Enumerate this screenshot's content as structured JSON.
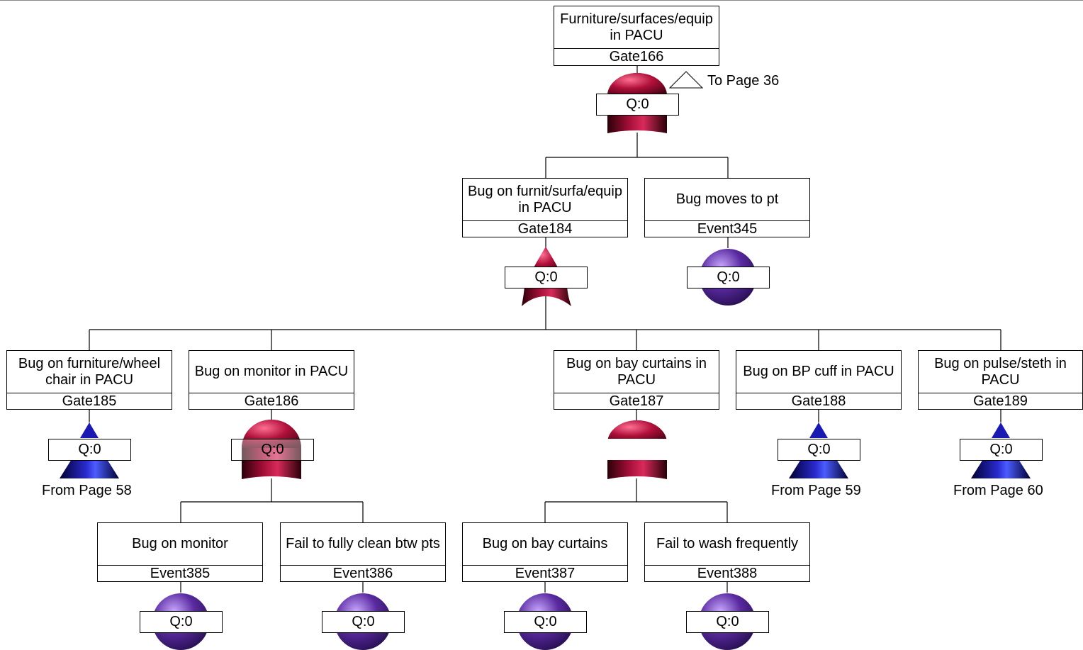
{
  "top_node": {
    "description": "Furniture/surfaces/equip in PACU",
    "id": "Gate166",
    "q": "Q:0",
    "transfer_label": "To Page 36",
    "gate_type": "or-gate-icon"
  },
  "level2": [
    {
      "description": "Bug on furnit/surfa/equip in PACU",
      "id": "Gate184",
      "q": "Q:0",
      "symbol": "and-gate-icon"
    },
    {
      "description": "Bug moves to pt",
      "id": "Event345",
      "q": "Q:0",
      "symbol": "basic-event-icon"
    }
  ],
  "level3": [
    {
      "description": "Bug on furniture/wheel chair in PACU",
      "id": "Gate185",
      "q": "Q:0",
      "symbol": "transfer-in-icon",
      "from_label": "From Page 58"
    },
    {
      "description": "Bug on monitor in PACU",
      "id": "Gate186",
      "q": "Q:0",
      "symbol": "or-gate-icon"
    },
    {
      "description": "Bug on bay curtains in PACU",
      "id": "Gate187",
      "q": "",
      "symbol": "or-gate-icon"
    },
    {
      "description": "Bug on BP cuff in PACU",
      "id": "Gate188",
      "q": "Q:0",
      "symbol": "transfer-in-icon",
      "from_label": "From Page 59"
    },
    {
      "description": "Bug on pulse/steth in PACU",
      "id": "Gate189",
      "q": "Q:0",
      "symbol": "transfer-in-icon",
      "from_label": "From Page 60"
    }
  ],
  "level4": [
    {
      "description": "Bug on monitor",
      "id": "Event385",
      "q": "Q:0",
      "symbol": "basic-event-icon"
    },
    {
      "description": "Fail to fully clean btw pts",
      "id": "Event386",
      "q": "Q:0",
      "symbol": "basic-event-icon"
    },
    {
      "description": "Bug on bay curtains",
      "id": "Event387",
      "q": "Q:0",
      "symbol": "basic-event-icon"
    },
    {
      "description": "Fail to wash frequently",
      "id": "Event388",
      "q": "Q:0",
      "symbol": "basic-event-icon"
    }
  ],
  "colors": {
    "gate": "#b0103a",
    "gate_dark": "#3a0010",
    "event": "#5a2aa0",
    "transfer": "#1a1ab0",
    "line": "#000000"
  }
}
